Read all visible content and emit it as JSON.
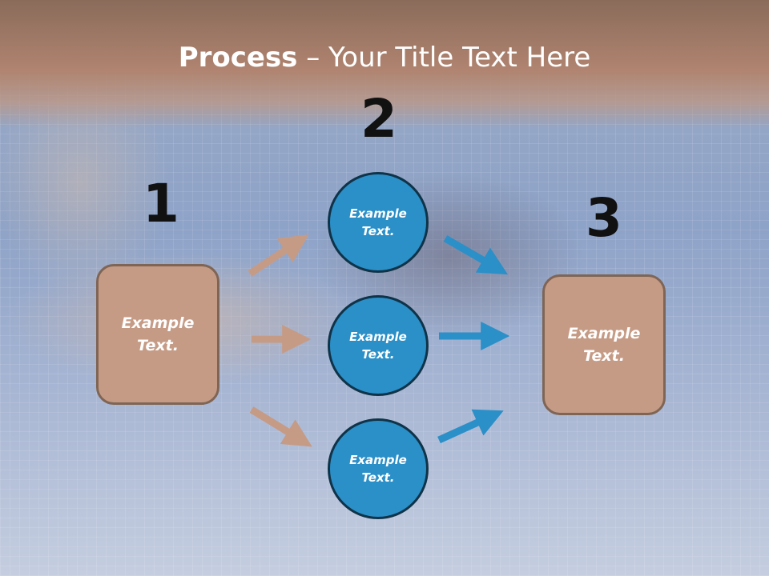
{
  "title": {
    "strong": "Process",
    "rest": " – Your Title Text Here"
  },
  "steps": [
    {
      "number": "1",
      "label": "Example Text."
    },
    {
      "number": "2",
      "labels": [
        "Example Text.",
        "Example Text.",
        "Example Text."
      ]
    },
    {
      "number": "3",
      "label": "Example Text."
    }
  ],
  "colors": {
    "box_fill": "#c59b85",
    "box_border": "#7f6555",
    "circle_fill": "#2b8fc8",
    "circle_border": "#0f3348",
    "arrow_left": "#c59b85",
    "arrow_right": "#2b8fc8"
  }
}
